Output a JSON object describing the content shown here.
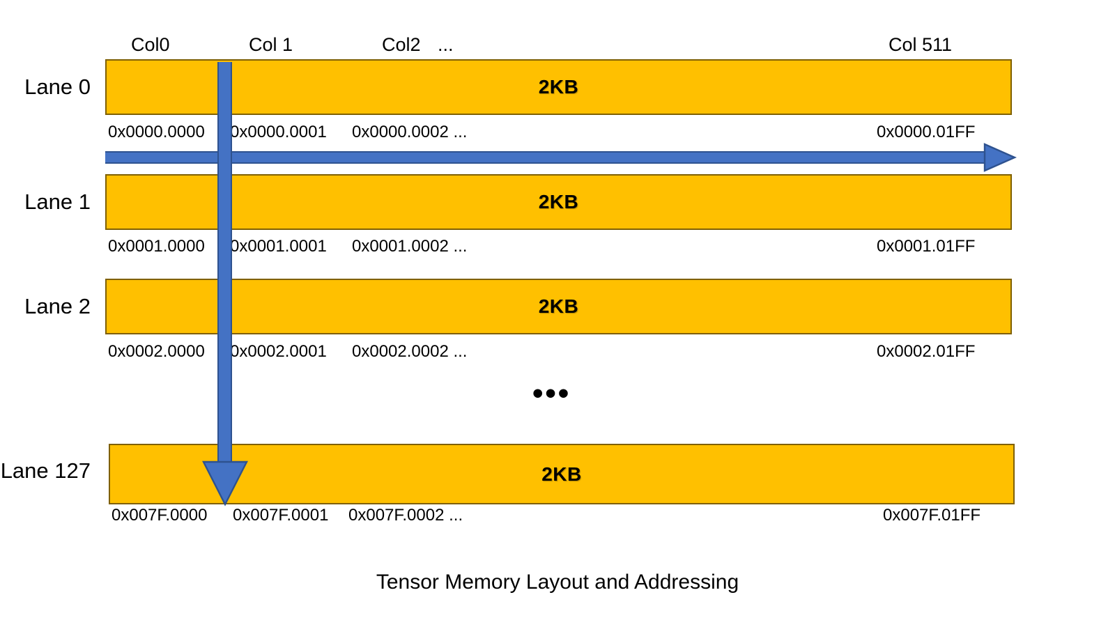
{
  "figure": {
    "caption": "Tensor Memory Layout and Addressing",
    "colors": {
      "memory_bar_fill": "#FFC000",
      "memory_bar_border": "#7F6000",
      "arrow_fill": "#4472C4",
      "arrow_border": "#2E528F",
      "text": "#000000",
      "background": "#FFFFFF"
    }
  },
  "column_headers": [
    {
      "label": "Col0"
    },
    {
      "label": "Col 1"
    },
    {
      "label": "Col2"
    },
    {
      "label": "..."
    },
    {
      "label": "Col 511"
    }
  ],
  "lanes": [
    {
      "name": "Lane 0",
      "size_label": "2KB",
      "addresses": {
        "col0": "0x0000.0000",
        "col1": "0x0000.0001",
        "col2": "0x0000.0002 ...",
        "col511": "0x0000.01FF"
      }
    },
    {
      "name": "Lane 1",
      "size_label": "2KB",
      "addresses": {
        "col0": "0x0001.0000",
        "col1": "0x0001.0001",
        "col2": "0x0001.0002 ...",
        "col511": "0x0001.01FF"
      }
    },
    {
      "name": "Lane 2",
      "size_label": "2KB",
      "addresses": {
        "col0": "0x0002.0000",
        "col1": "0x0002.0001",
        "col2": "0x0002.0002 ...",
        "col511": "0x0002.01FF"
      }
    },
    {
      "name": "Lane 127",
      "size_label": "2KB",
      "addresses": {
        "col0": "0x007F.0000",
        "col1": "0x007F.0001",
        "col2": "0x007F.0002 ...",
        "col511": "0x007F.01FF"
      }
    }
  ],
  "ellipsis": {
    "between_lanes": "•••"
  }
}
